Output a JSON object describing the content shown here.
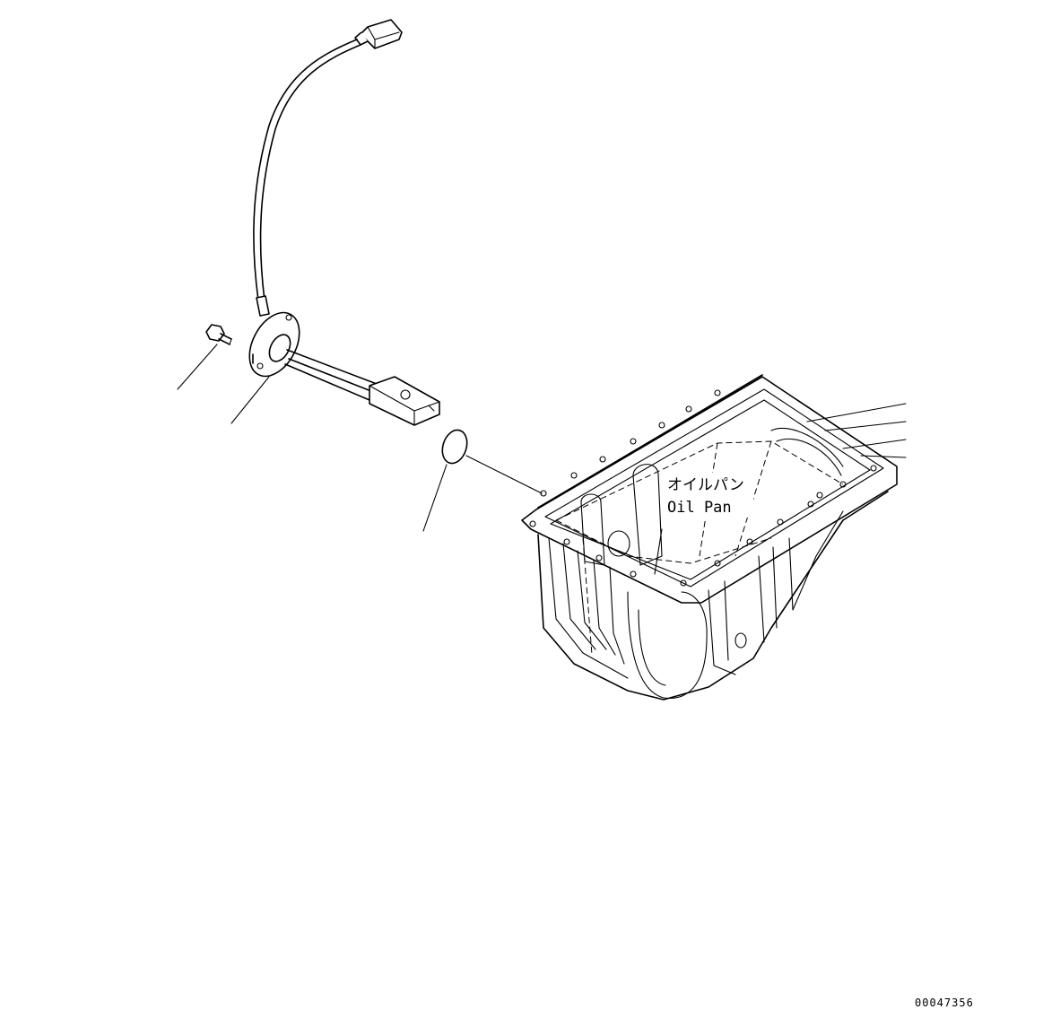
{
  "oil_pan": {
    "label_jp": "オイルパン",
    "label_en": "Oil Pan"
  },
  "drawing_number": "00047356"
}
